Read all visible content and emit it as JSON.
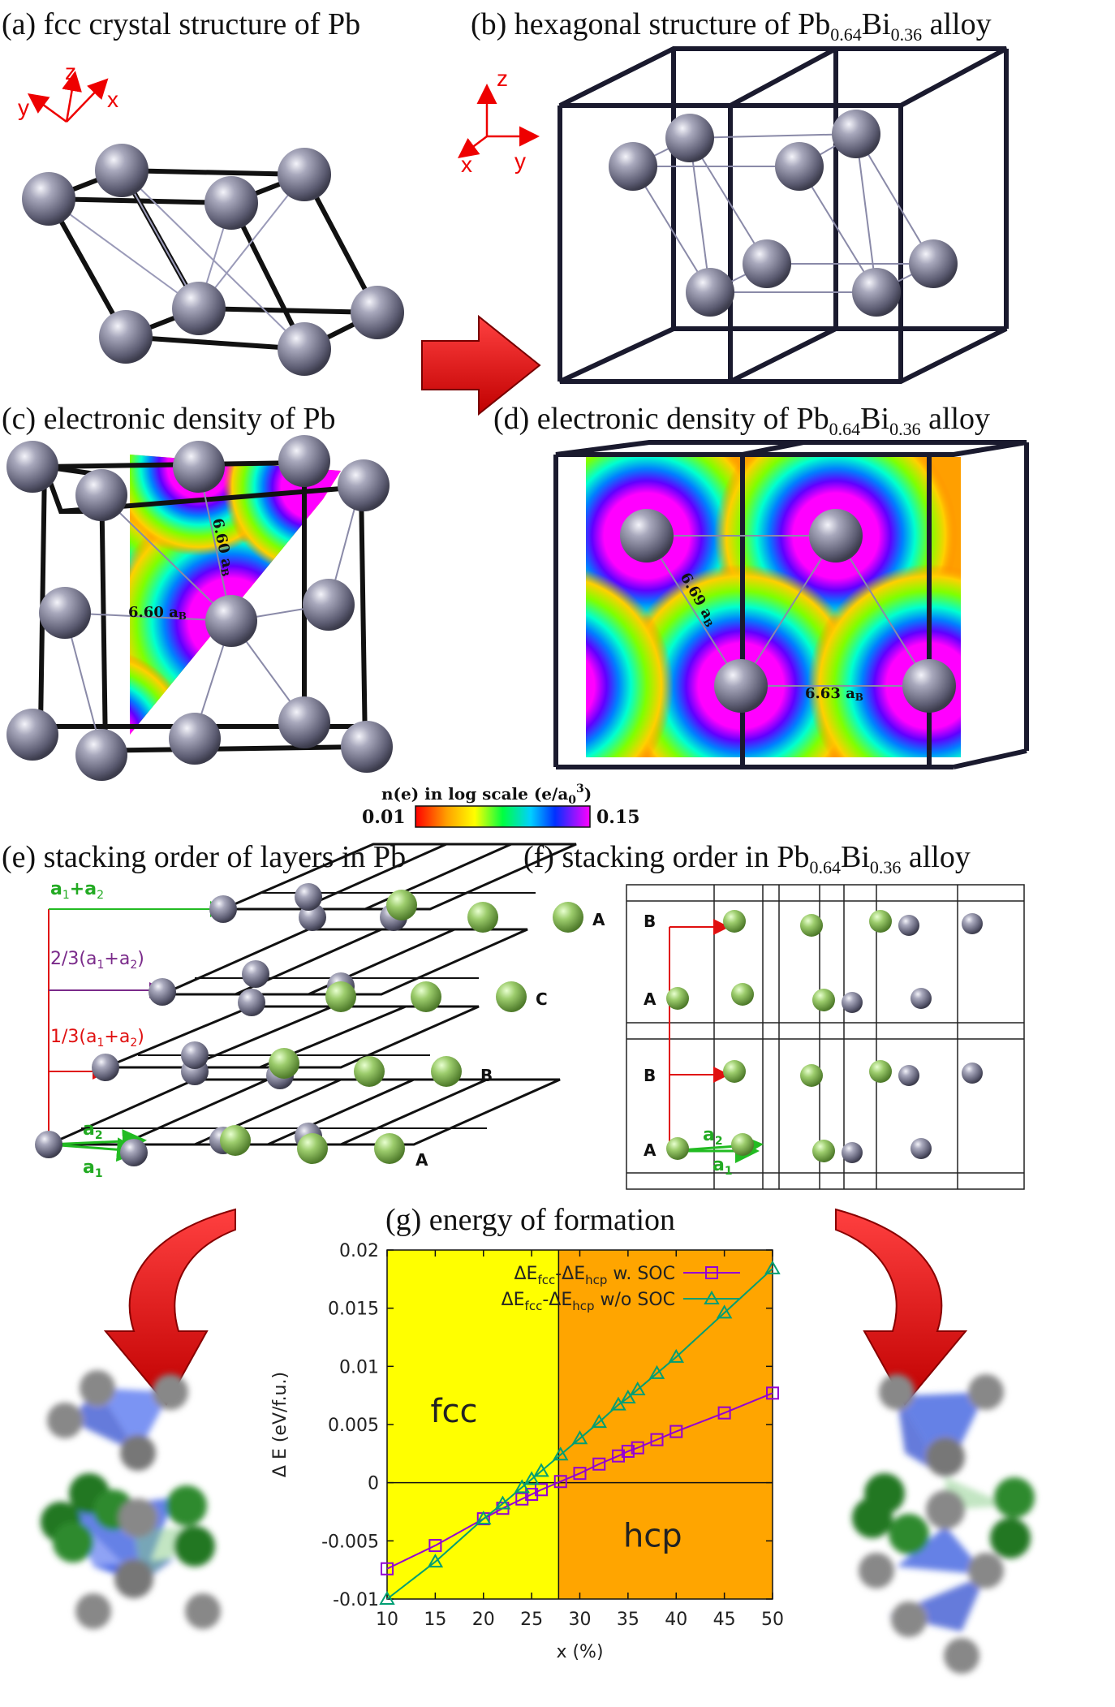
{
  "panels": {
    "a": {
      "title": "(a) fcc crystal structure of Pb",
      "axes": [
        "y",
        "z",
        "x"
      ]
    },
    "b": {
      "title_pre": "(b) hexagonal structure of Pb",
      "sub1": "0.64",
      "mid": "Bi",
      "sub2": "0.36",
      "post": " alloy",
      "axes": [
        "z",
        "x",
        "y"
      ]
    },
    "c": {
      "title": "(c) electronic density of Pb",
      "dist1": "6.60 a",
      "dist1_sub": "B",
      "dist2": "6.60 a",
      "dist2_sub": "B"
    },
    "d": {
      "title_pre": "(d) electronic density of Pb",
      "sub1": "0.64",
      "mid": "Bi",
      "sub2": "0.36",
      "post": " alloy",
      "dist1": "6.69 a",
      "dist1_sub": "B",
      "dist2": "6.63 a",
      "dist2_sub": "B"
    },
    "colorbar": {
      "title_pre": "n(e) in log scale (e/a",
      "title_sub": "0",
      "title_sup": "3",
      "title_post": ")",
      "min": "0.01",
      "max": "0.15"
    },
    "e": {
      "title": "(e) stacking order of layers in Pb",
      "vec_top": "a",
      "vec_top_s1": "1",
      "vec_top_plus": "+a",
      "vec_top_s2": "2",
      "vec_23": "2/3(a",
      "vec_23_s1": "1",
      "vec_23_plus": "+a",
      "vec_23_s2": "2",
      "vec_23_end": ")",
      "vec_13": "1/3(a",
      "vec_13_s1": "1",
      "vec_13_plus": "+a",
      "vec_13_s2": "2",
      "vec_13_end": ")",
      "a2": "a",
      "a2_s": "2",
      "a1": "a",
      "a1_s": "1",
      "layers": [
        "A",
        "C",
        "B",
        "A"
      ]
    },
    "f": {
      "title_pre": "(f) stacking order in Pb",
      "sub1": "0.64",
      "mid": "Bi",
      "sub2": "0.36",
      "post": " alloy",
      "layers": [
        "B",
        "A",
        "B",
        "A"
      ],
      "a2": "a",
      "a2_s": "2",
      "a1": "a",
      "a1_s": "1"
    },
    "g": {
      "title": "(g) energy of formation",
      "region_left": "fcc",
      "region_right": "hcp"
    }
  },
  "colors": {
    "fcc_region": "#ffff00",
    "hcp_region": "#ffa500",
    "soc_series": "#9400d3",
    "nosoc_series": "#009e73",
    "atom": "#8a8aa0",
    "green_atom": "#90c060",
    "arrow_red": "#e01010"
  },
  "chart_data": {
    "type": "line",
    "title": "(g) energy of formation",
    "xlabel": "x (%)",
    "ylabel": "Δ E (eV/f.u.)",
    "xlim": [
      10,
      50
    ],
    "ylim": [
      -0.01,
      0.02
    ],
    "xticks": [
      10,
      15,
      20,
      25,
      30,
      35,
      40,
      45,
      50
    ],
    "yticks": [
      -0.01,
      -0.005,
      0,
      0.005,
      0.01,
      0.015,
      0.02
    ],
    "ytick_labels": [
      "-0.01",
      "-0.005",
      "0",
      "0.005",
      "0.01",
      "0.015",
      "0.02"
    ],
    "grid": false,
    "legend": "top-right",
    "regions": [
      {
        "label": "fcc",
        "x_from": 10,
        "x_to": 27.8,
        "color": "#ffff00"
      },
      {
        "label": "hcp",
        "x_from": 27.8,
        "x_to": 50,
        "color": "#ffa500"
      }
    ],
    "series": [
      {
        "name": "ΔE_fcc-ΔE_hcp w. SOC",
        "legend_pre": "ΔE",
        "legend_s1": "fcc",
        "legend_mid": "-ΔE",
        "legend_s2": "hcp",
        "legend_post": " w. SOC",
        "marker": "square",
        "color": "#9400d3",
        "x": [
          10,
          15,
          20,
          22,
          24,
          25,
          26,
          28,
          30,
          32,
          34,
          35,
          36,
          38,
          40,
          45,
          50
        ],
        "y": [
          -0.0074,
          -0.0054,
          -0.0031,
          -0.0022,
          -0.0014,
          -0.001,
          -0.0006,
          0.0001,
          0.0008,
          0.0016,
          0.0023,
          0.0027,
          0.003,
          0.0037,
          0.0044,
          0.006,
          0.0077
        ]
      },
      {
        "name": "ΔE_fcc-ΔE_hcp w/o SOC",
        "legend_pre": "ΔE",
        "legend_s1": "fcc",
        "legend_mid": "-ΔE",
        "legend_s2": "hcp",
        "legend_post": " w/o SOC",
        "marker": "triangle",
        "color": "#009e73",
        "x": [
          10,
          15,
          20,
          22,
          24,
          25,
          26,
          28,
          30,
          32,
          34,
          35,
          36,
          38,
          40,
          45,
          50
        ],
        "y": [
          -0.01,
          -0.0068,
          -0.0031,
          -0.0018,
          -0.0004,
          0.0003,
          0.001,
          0.0024,
          0.0038,
          0.0052,
          0.0067,
          0.0073,
          0.008,
          0.0094,
          0.0108,
          0.0146,
          0.0184
        ]
      }
    ]
  }
}
